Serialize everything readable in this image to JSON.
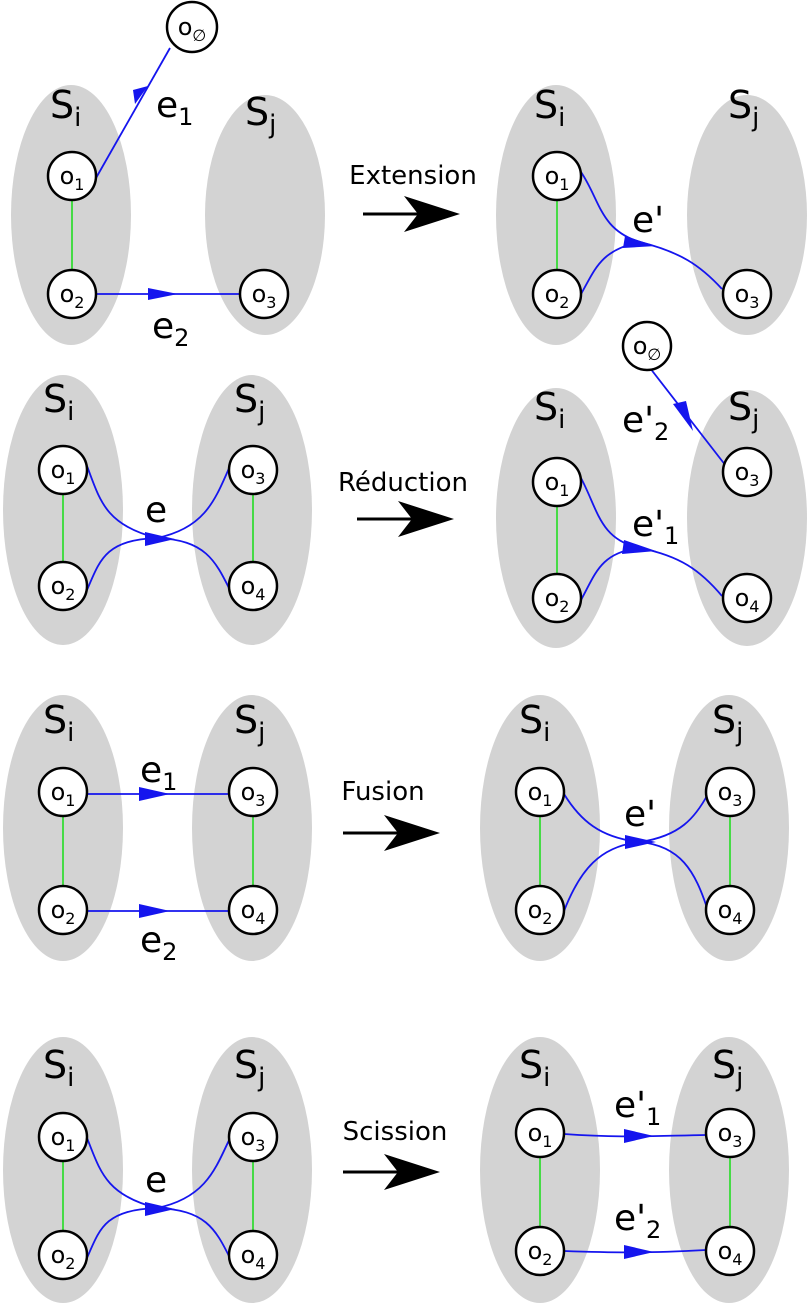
{
  "transformations": [
    {
      "name": "Extension",
      "before": {
        "set_left": {
          "base": "S",
          "sub": "i"
        },
        "set_right": {
          "base": "S",
          "sub": "j"
        },
        "nodes": [
          {
            "base": "o",
            "sub": "1"
          },
          {
            "base": "o",
            "sub": "2"
          },
          {
            "base": "o",
            "sub": "3"
          },
          {
            "base": "o",
            "sub": "∅"
          }
        ],
        "edges": [
          {
            "base": "e",
            "sub": "1"
          },
          {
            "base": "e",
            "sub": "2"
          }
        ]
      },
      "after": {
        "set_left": {
          "base": "S",
          "sub": "i"
        },
        "set_right": {
          "base": "S",
          "sub": "j"
        },
        "nodes": [
          {
            "base": "o",
            "sub": "1"
          },
          {
            "base": "o",
            "sub": "2"
          },
          {
            "base": "o",
            "sub": "3"
          }
        ],
        "edges": [
          {
            "base": "e'",
            "sub": ""
          }
        ]
      }
    },
    {
      "name": "Réduction",
      "before": {
        "set_left": {
          "base": "S",
          "sub": "i"
        },
        "set_right": {
          "base": "S",
          "sub": "j"
        },
        "nodes": [
          {
            "base": "o",
            "sub": "1"
          },
          {
            "base": "o",
            "sub": "2"
          },
          {
            "base": "o",
            "sub": "3"
          },
          {
            "base": "o",
            "sub": "4"
          }
        ],
        "edges": [
          {
            "base": "e",
            "sub": ""
          }
        ]
      },
      "after": {
        "set_left": {
          "base": "S",
          "sub": "i"
        },
        "set_right": {
          "base": "S",
          "sub": "j"
        },
        "nodes": [
          {
            "base": "o",
            "sub": "1"
          },
          {
            "base": "o",
            "sub": "2"
          },
          {
            "base": "o",
            "sub": "3"
          },
          {
            "base": "o",
            "sub": "4"
          },
          {
            "base": "o",
            "sub": "∅"
          }
        ],
        "edges": [
          {
            "base": "e'",
            "sub": "1"
          },
          {
            "base": "e'",
            "sub": "2"
          }
        ]
      }
    },
    {
      "name": "Fusion",
      "before": {
        "set_left": {
          "base": "S",
          "sub": "i"
        },
        "set_right": {
          "base": "S",
          "sub": "j"
        },
        "nodes": [
          {
            "base": "o",
            "sub": "1"
          },
          {
            "base": "o",
            "sub": "2"
          },
          {
            "base": "o",
            "sub": "3"
          },
          {
            "base": "o",
            "sub": "4"
          }
        ],
        "edges": [
          {
            "base": "e",
            "sub": "1"
          },
          {
            "base": "e",
            "sub": "2"
          }
        ]
      },
      "after": {
        "set_left": {
          "base": "S",
          "sub": "i"
        },
        "set_right": {
          "base": "S",
          "sub": "j"
        },
        "nodes": [
          {
            "base": "o",
            "sub": "1"
          },
          {
            "base": "o",
            "sub": "2"
          },
          {
            "base": "o",
            "sub": "3"
          },
          {
            "base": "o",
            "sub": "4"
          }
        ],
        "edges": [
          {
            "base": "e'",
            "sub": ""
          }
        ]
      }
    },
    {
      "name": "Scission",
      "before": {
        "set_left": {
          "base": "S",
          "sub": "i"
        },
        "set_right": {
          "base": "S",
          "sub": "j"
        },
        "nodes": [
          {
            "base": "o",
            "sub": "1"
          },
          {
            "base": "o",
            "sub": "2"
          },
          {
            "base": "o",
            "sub": "3"
          },
          {
            "base": "o",
            "sub": "4"
          }
        ],
        "edges": [
          {
            "base": "e",
            "sub": ""
          }
        ]
      },
      "after": {
        "set_left": {
          "base": "S",
          "sub": "i"
        },
        "set_right": {
          "base": "S",
          "sub": "j"
        },
        "nodes": [
          {
            "base": "o",
            "sub": "1"
          },
          {
            "base": "o",
            "sub": "2"
          },
          {
            "base": "o",
            "sub": "3"
          },
          {
            "base": "o",
            "sub": "4"
          }
        ],
        "edges": [
          {
            "base": "e'",
            "sub": "1"
          },
          {
            "base": "e'",
            "sub": "2"
          }
        ]
      }
    }
  ],
  "colors": {
    "set_fill": "#d3d3d3",
    "edge": "#1515ee",
    "link": "#22dd22",
    "arrow": "#000000"
  }
}
